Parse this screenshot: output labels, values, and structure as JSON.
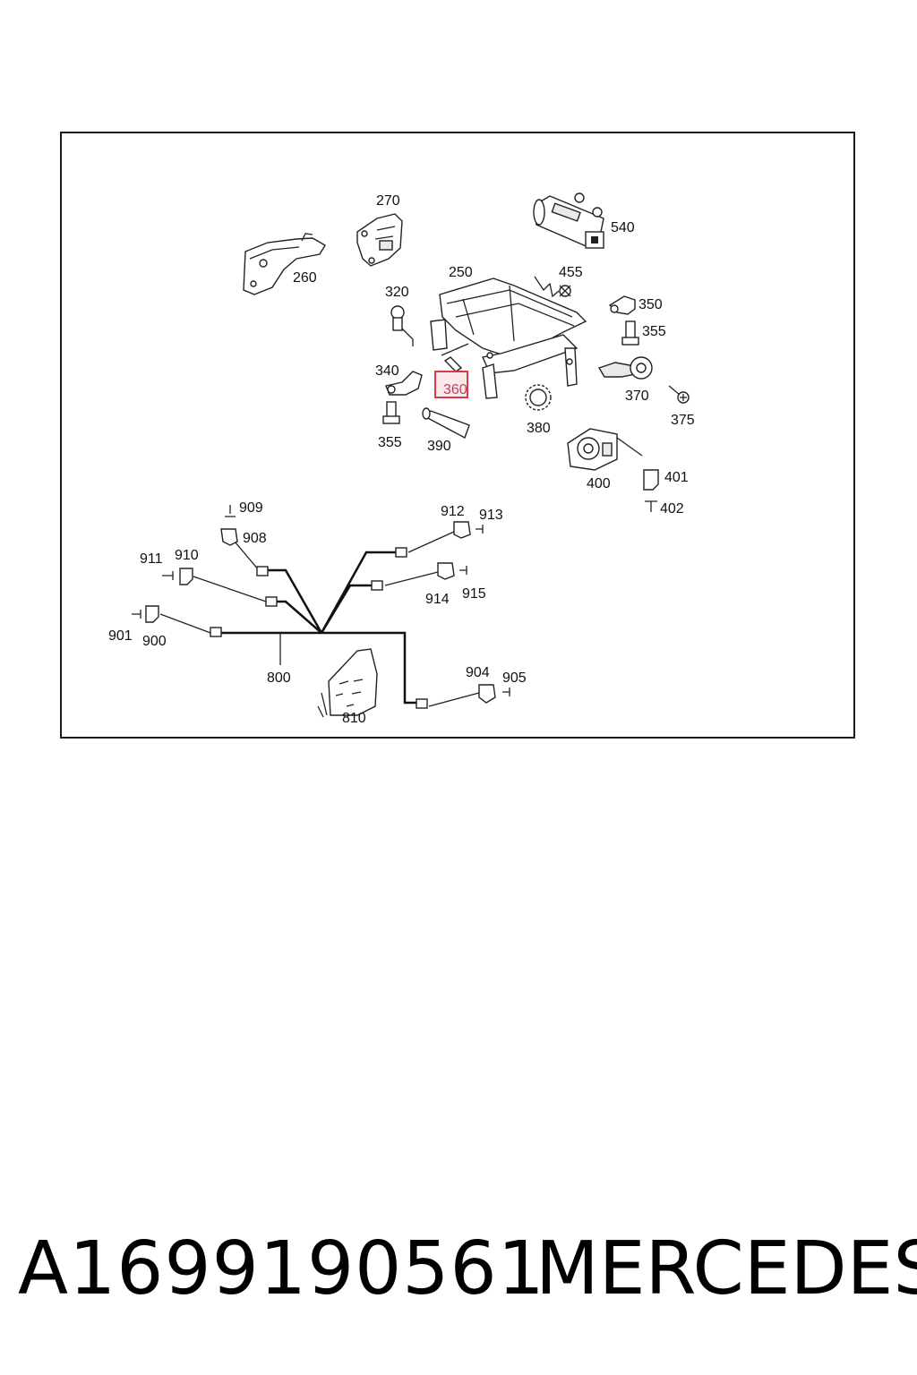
{
  "diagram": {
    "labels": {
      "p250": "250",
      "p260": "260",
      "p270": "270",
      "p320": "320",
      "p340": "340",
      "p350": "350",
      "p355a": "355",
      "p355b": "355",
      "p360": "360",
      "p370": "370",
      "p375": "375",
      "p380": "380",
      "p390": "390",
      "p400": "400",
      "p401": "401",
      "p402": "402",
      "p455": "455",
      "p540": "540",
      "p800": "800",
      "p810": "810",
      "p900": "900",
      "p901": "901",
      "p904": "904",
      "p905": "905",
      "p908": "908",
      "p909": "909",
      "p910": "910",
      "p911": "911",
      "p912": "912",
      "p913": "913",
      "p914": "914",
      "p915": "915"
    },
    "highlighted_part": "360",
    "highlight_color": "#d93a4a"
  },
  "footer": {
    "part_number": "A1699190561",
    "brand": "MERCEDES"
  }
}
